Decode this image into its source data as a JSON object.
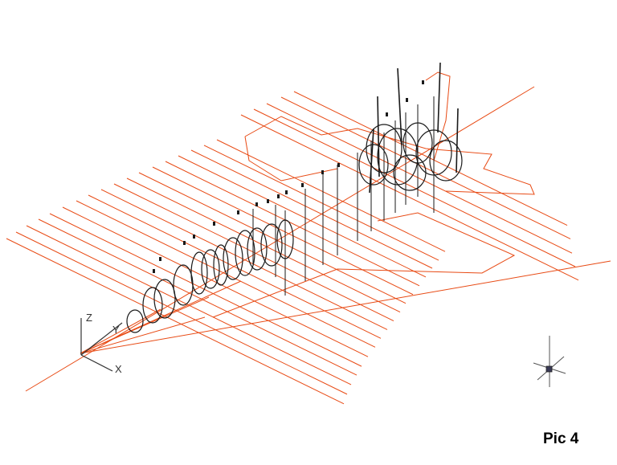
{
  "caption": "Pic 4",
  "ucs": {
    "x_label": "X",
    "y_label": "Y",
    "z_label": "Z"
  },
  "colors": {
    "grid": "#e84a14",
    "frames": "#1a1a1a",
    "background": "#ffffff",
    "ucs": "#333333"
  },
  "icons": {
    "ucs": "ucs-axis-icon",
    "compass": "view-compass-icon"
  }
}
